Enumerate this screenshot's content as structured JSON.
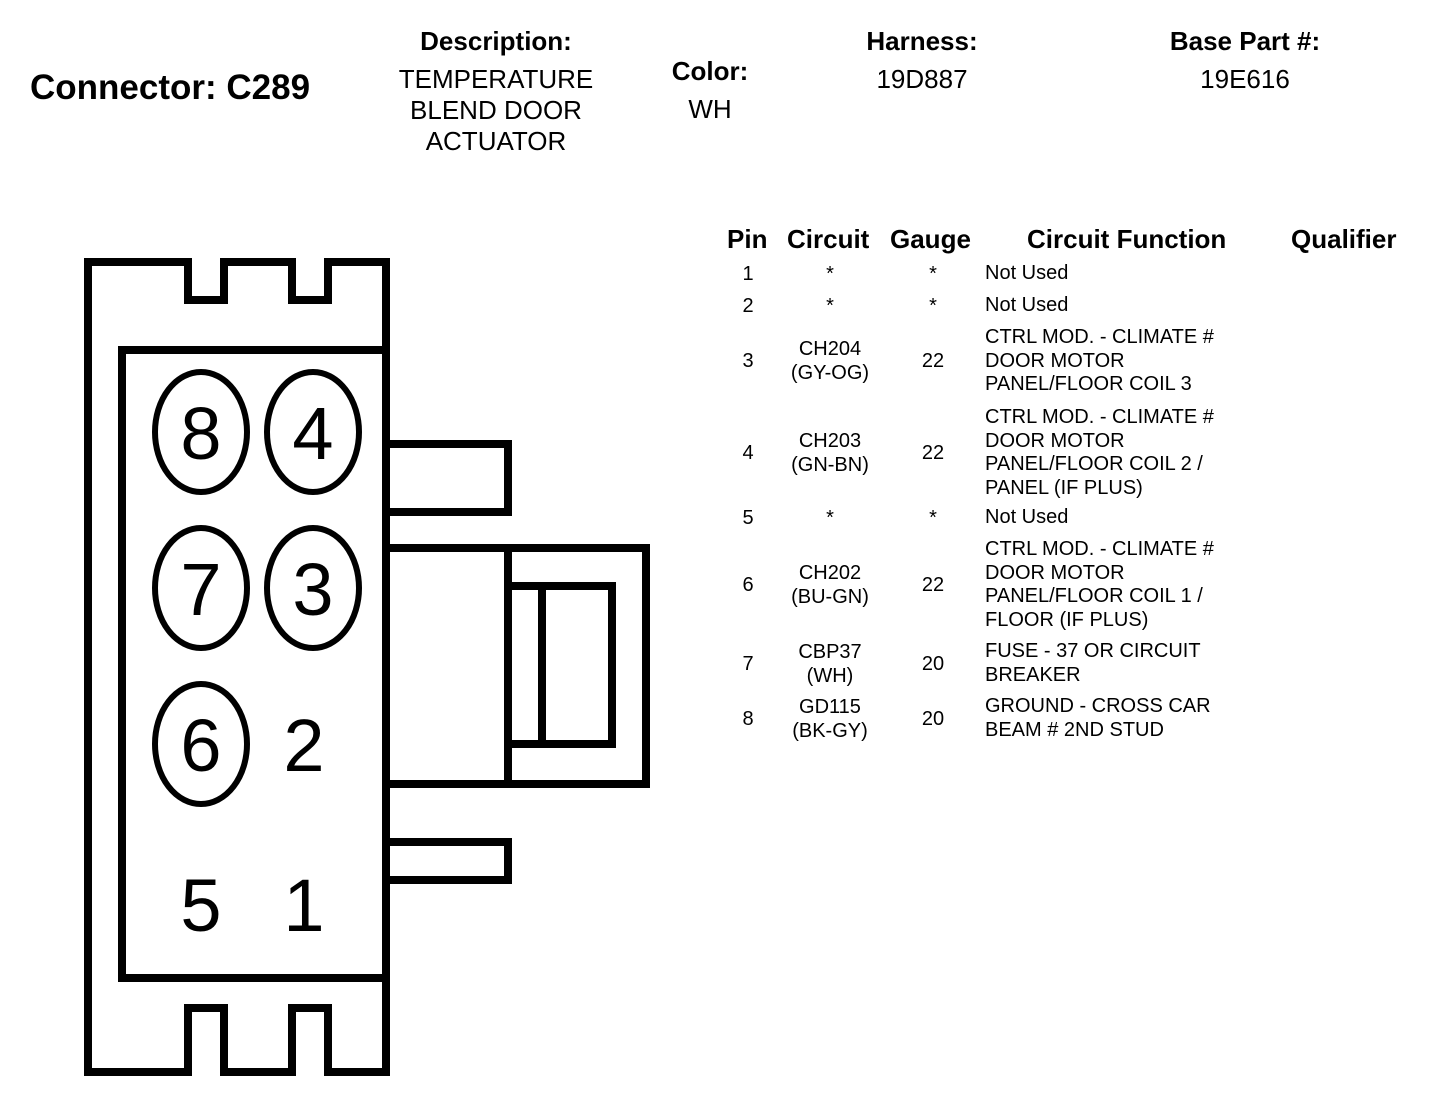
{
  "connector": {
    "title": "Connector: C289"
  },
  "description": {
    "label": "Description:",
    "lines": [
      "TEMPERATURE",
      "BLEND DOOR",
      "ACTUATOR"
    ]
  },
  "color": {
    "label": "Color:",
    "value": "WH"
  },
  "harness": {
    "label": "Harness:",
    "value": "19D887"
  },
  "base_part": {
    "label": "Base Part #:",
    "value": "19E616"
  },
  "table": {
    "headers": {
      "pin": "Pin",
      "circuit": "Circuit",
      "gauge": "Gauge",
      "function": "Circuit Function",
      "qualifier": "Qualifier"
    },
    "rows": [
      {
        "pin": "1",
        "circuit": [
          "*"
        ],
        "gauge": "*",
        "function": [
          "Not Used"
        ],
        "qualifier": ""
      },
      {
        "pin": "2",
        "circuit": [
          "*"
        ],
        "gauge": "*",
        "function": [
          "Not Used"
        ],
        "qualifier": ""
      },
      {
        "pin": "3",
        "circuit": [
          "CH204",
          "(GY-OG)"
        ],
        "gauge": "22",
        "function": [
          "CTRL MOD. - CLIMATE #",
          "DOOR MOTOR",
          "PANEL/FLOOR COIL 3"
        ],
        "qualifier": ""
      },
      {
        "pin": "4",
        "circuit": [
          "CH203",
          "(GN-BN)"
        ],
        "gauge": "22",
        "function": [
          "CTRL MOD. - CLIMATE #",
          "DOOR MOTOR",
          "PANEL/FLOOR COIL 2 /",
          "PANEL (IF PLUS)"
        ],
        "qualifier": ""
      },
      {
        "pin": "5",
        "circuit": [
          "*"
        ],
        "gauge": "*",
        "function": [
          "Not Used"
        ],
        "qualifier": ""
      },
      {
        "pin": "6",
        "circuit": [
          "CH202",
          "(BU-GN)"
        ],
        "gauge": "22",
        "function": [
          "CTRL MOD. - CLIMATE #",
          "DOOR MOTOR",
          "PANEL/FLOOR COIL 1 /",
          "FLOOR (IF PLUS)"
        ],
        "qualifier": ""
      },
      {
        "pin": "7",
        "circuit": [
          "CBP37",
          "(WH)"
        ],
        "gauge": "20",
        "function": [
          "FUSE - 37 OR CIRCUIT",
          "BREAKER"
        ],
        "qualifier": ""
      },
      {
        "pin": "8",
        "circuit": [
          "GD115",
          "(BK-GY)"
        ],
        "gauge": "20",
        "function": [
          "GROUND - CROSS CAR",
          "BEAM # 2ND STUD"
        ],
        "qualifier": ""
      }
    ]
  },
  "diagram": {
    "cavities": [
      {
        "pin": "8",
        "populated": true
      },
      {
        "pin": "4",
        "populated": true
      },
      {
        "pin": "7",
        "populated": true
      },
      {
        "pin": "3",
        "populated": true
      },
      {
        "pin": "6",
        "populated": true
      },
      {
        "pin": "2",
        "populated": false
      },
      {
        "pin": "5",
        "populated": false
      },
      {
        "pin": "1",
        "populated": false
      }
    ]
  }
}
